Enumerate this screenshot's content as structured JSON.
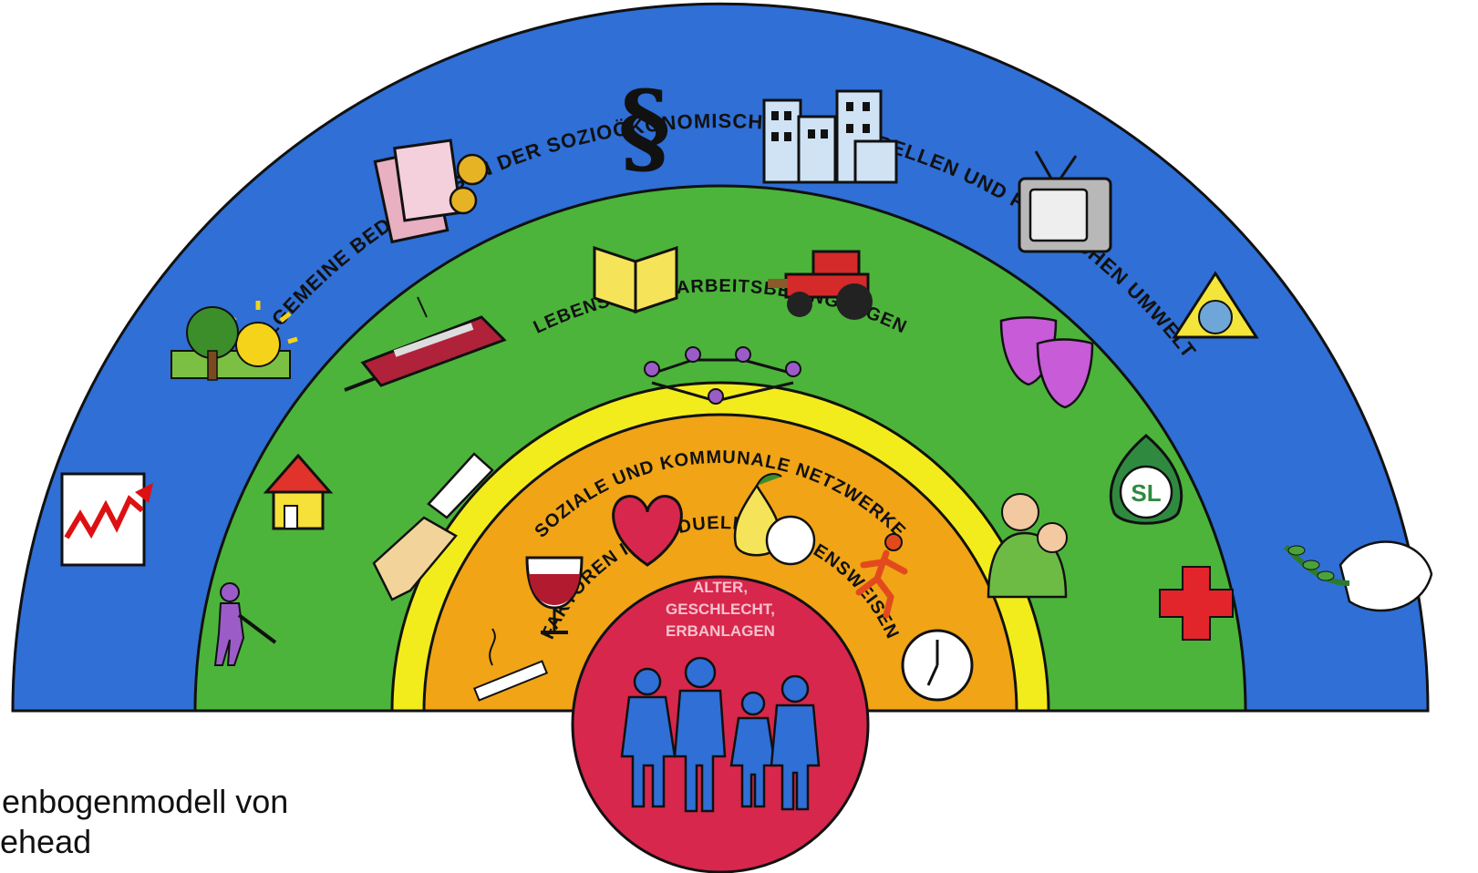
{
  "rings": [
    {
      "id": "outer",
      "label": "ALLGEMEINE BEDINGUNGEN DER SOZIOÖKONOMISCHEN, KULTURELLEN UND PHYSISCHEN UMWELT",
      "color": "#2f6fd6"
    },
    {
      "id": "living",
      "label": "LEBENS - UND ARBEITSBEDINGUNGEN",
      "color": "#4cb43a"
    },
    {
      "id": "social",
      "label": "SOZIALE UND KOMMUNALE NETZWERKE",
      "color": "#f3ec1d"
    },
    {
      "id": "lifestyle",
      "label": "FAKTOREN INDIVIDUELLER LEBENSWEISEN",
      "color": "#f0a416"
    }
  ],
  "core": {
    "lines": [
      "ALTER,",
      "GESCHLECHT,",
      "ERBANLAGEN"
    ],
    "color": "#d8274c"
  },
  "caption": {
    "line1": "genbogenmodell von",
    "line2": "itehead"
  },
  "icons": [
    "chart-icon",
    "tree-sun-icon",
    "money-icon",
    "paragraph-icon",
    "city-icon",
    "tv-icon",
    "recycle-icon",
    "dove-icon",
    "worker-icon",
    "house-icon",
    "train-icon",
    "book-icon",
    "tractor-icon",
    "masks-icon",
    "seal-icon",
    "red-cross-icon",
    "handshake-icon",
    "network-icon",
    "family-hug-icon",
    "cigarette-icon",
    "wine-icon",
    "heart-icon",
    "fruit-icon",
    "runner-icon",
    "clock-icon",
    "family-icon"
  ]
}
